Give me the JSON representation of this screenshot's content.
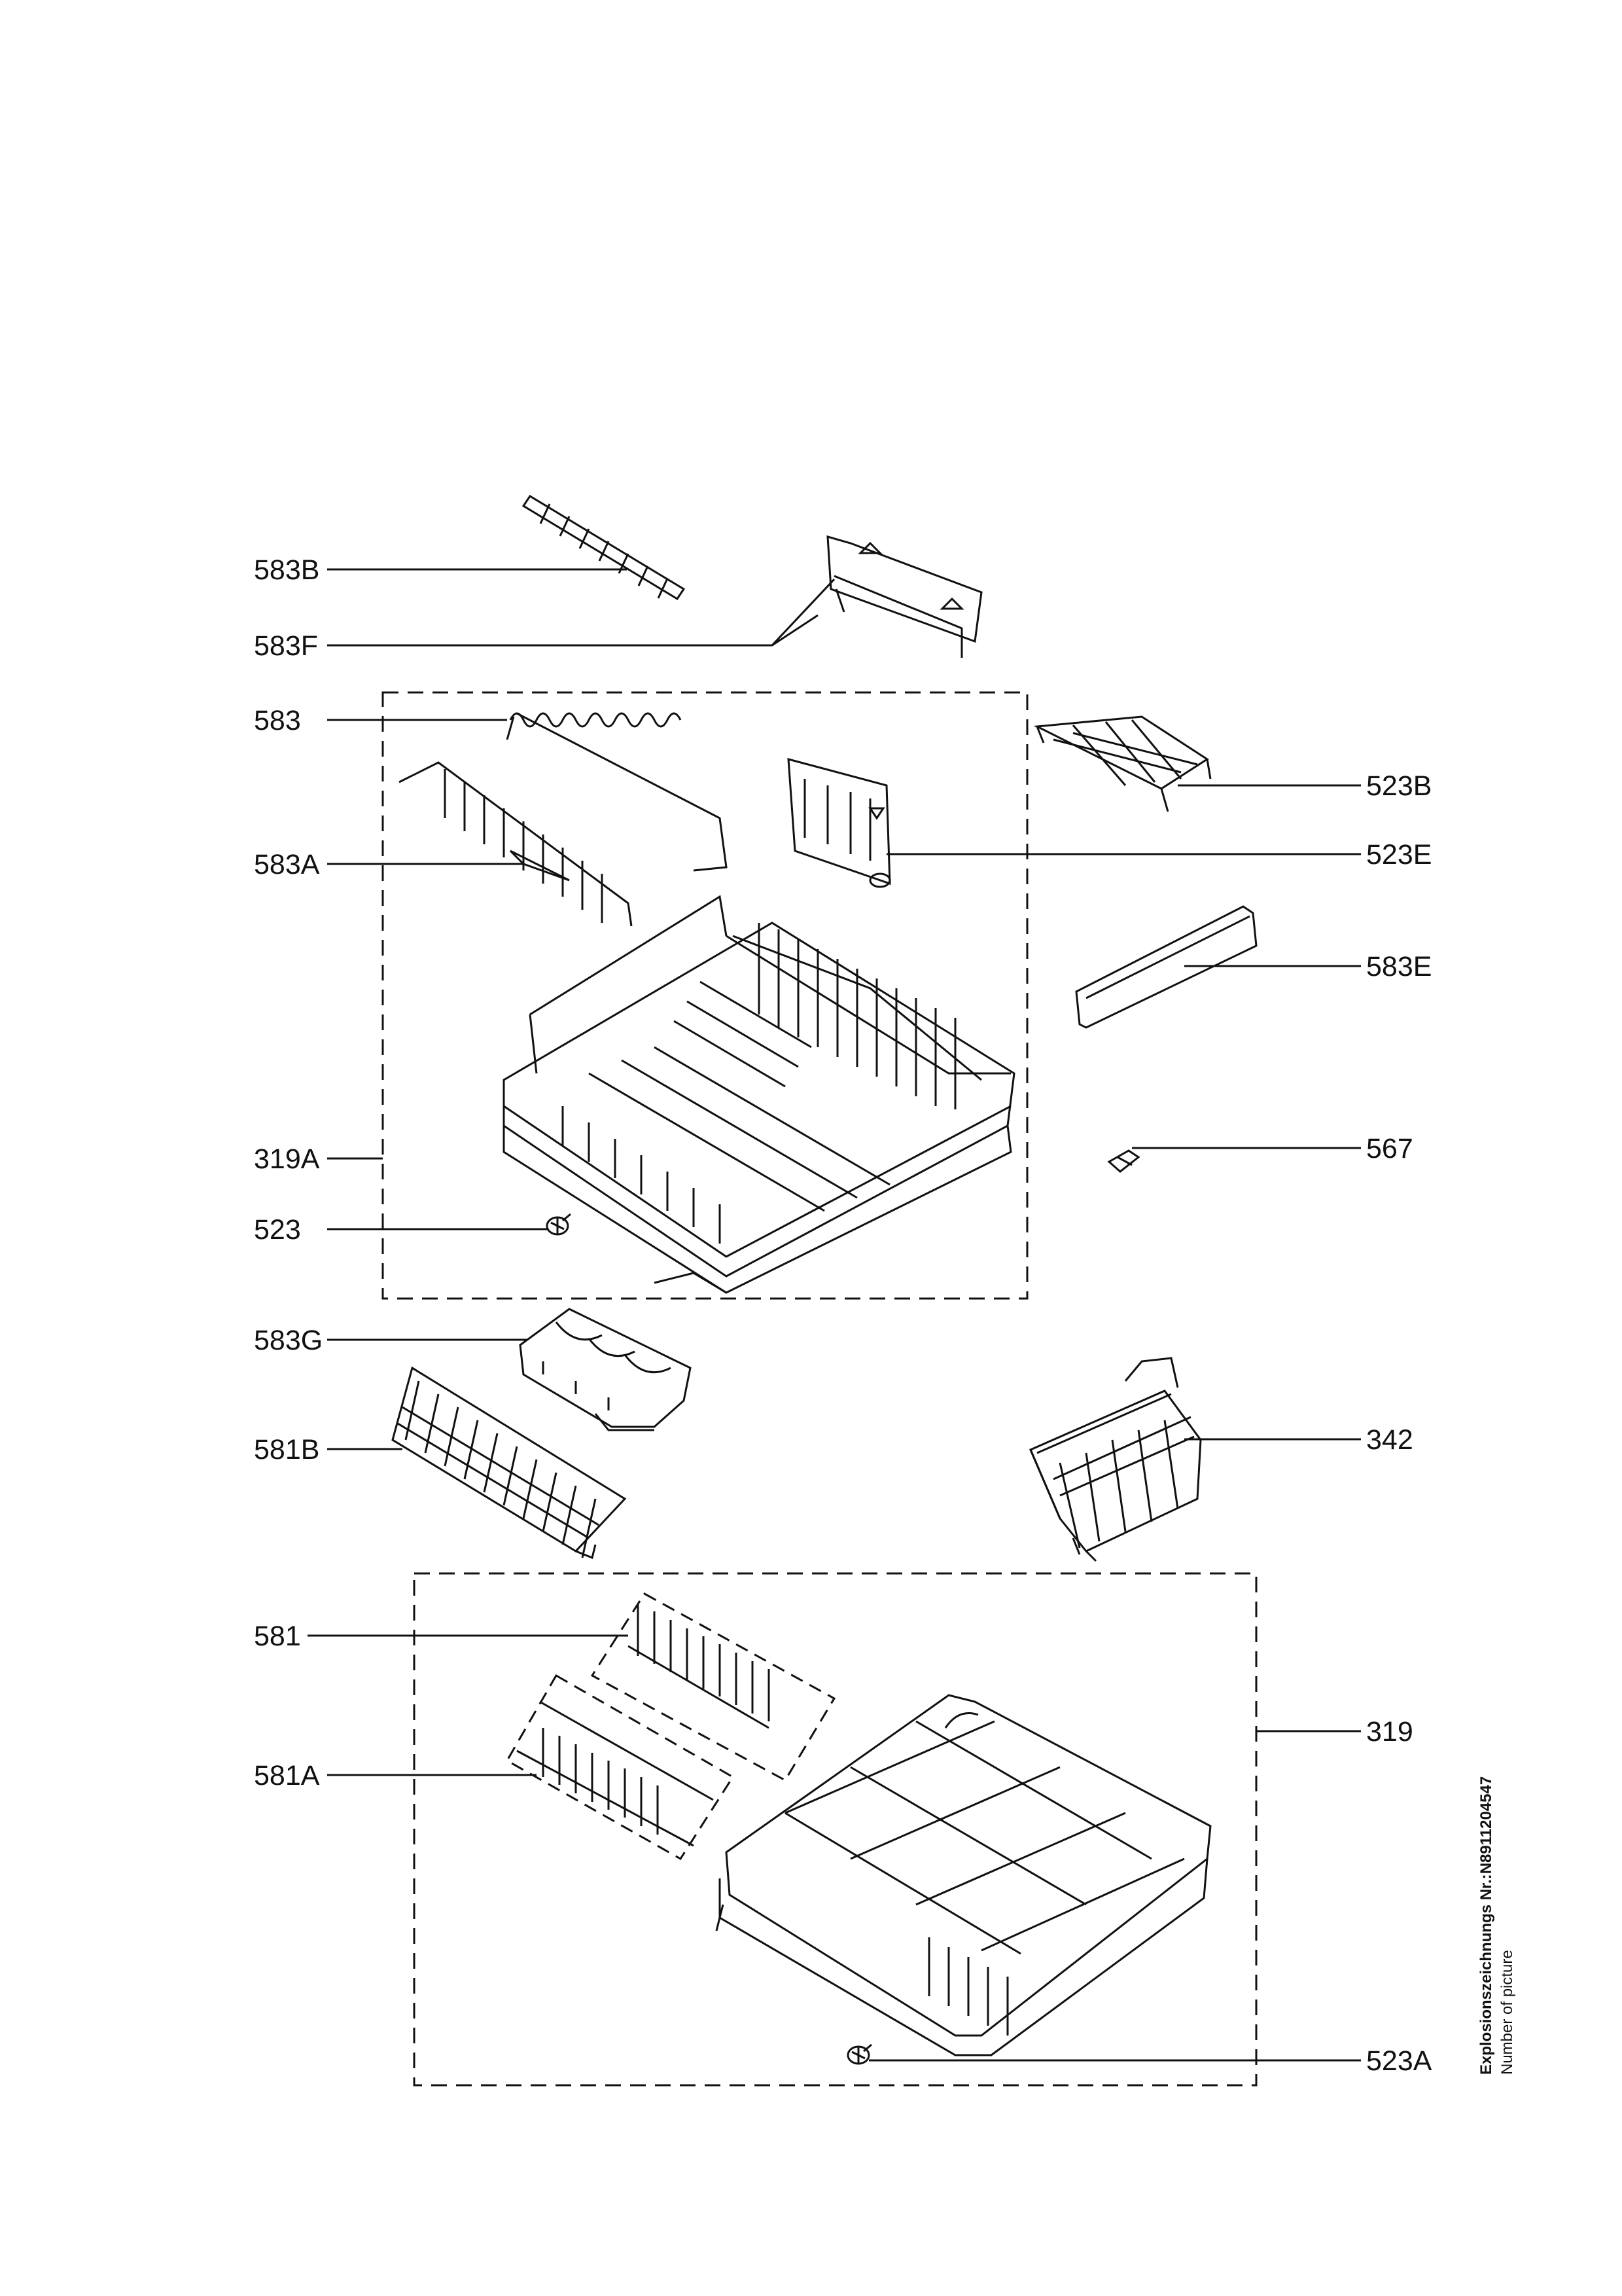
{
  "labels": {
    "l583B": "583B",
    "l583F": "583F",
    "l583": "583",
    "l583A": "583A",
    "l319A": "319A",
    "l523": "523",
    "l583G": "583G",
    "l581B": "581B",
    "l581": "581",
    "l581A": "581A",
    "l523B": "523B",
    "l523E": "523E",
    "l583E": "583E",
    "l567": "567",
    "l342": "342",
    "l319": "319",
    "l523A": "523A"
  },
  "footer": {
    "drawing_number": "Explosionszeichnungs Nr.:N8911204547",
    "caption": "Number of picture"
  }
}
